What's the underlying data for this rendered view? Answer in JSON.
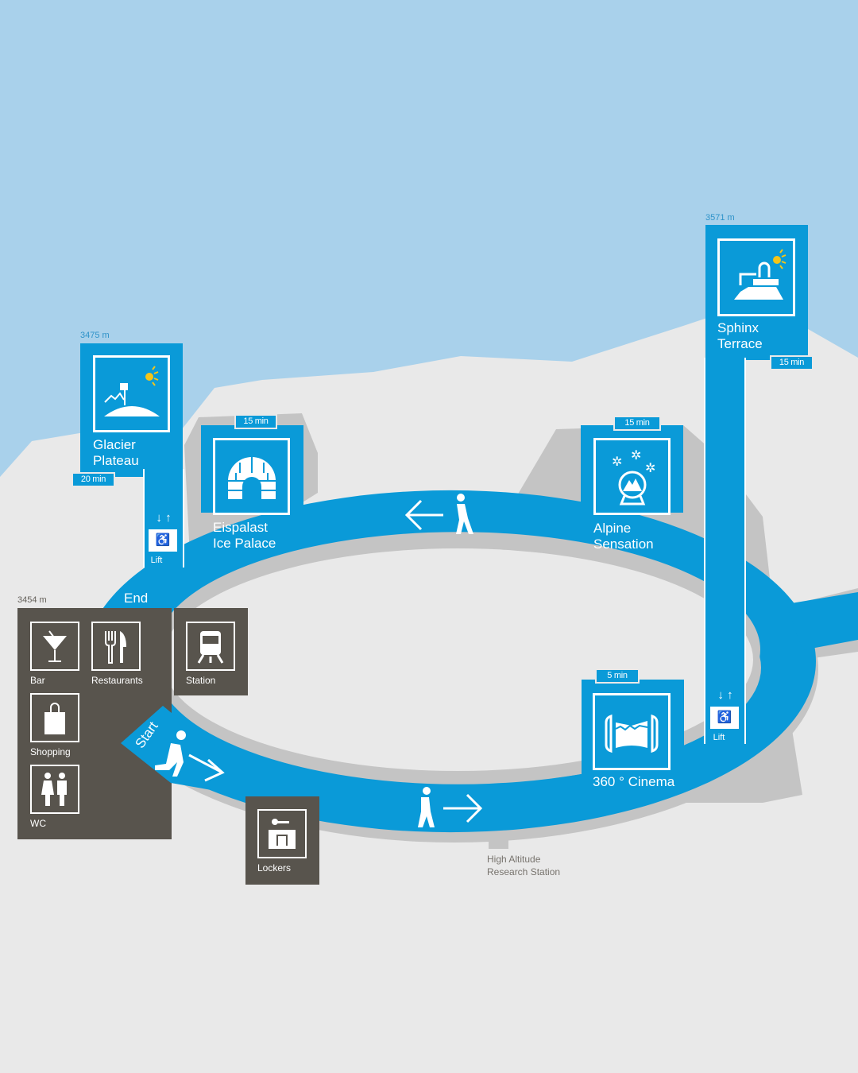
{
  "colors": {
    "sky": "#a9d1eb",
    "snow": "#e9e9e9",
    "rock": "#c4c4c4",
    "path": "#0a9ad8",
    "facility": "#58544d",
    "sun": "#f5c518"
  },
  "glacier_plateau": {
    "altitude": "3475 m",
    "name_line1": "Glacier",
    "name_line2": "Plateau",
    "time": "20 min",
    "lift": "Lift",
    "icon": "mountain-flag-sun-icon"
  },
  "ice_palace": {
    "time": "15 min",
    "name_line1": "Eispalast",
    "name_line2": "Ice Palace",
    "icon": "igloo-icon"
  },
  "alpine_sensation": {
    "time": "15 min",
    "name_line1": "Alpine",
    "name_line2": "Sensation",
    "icon": "snow-globe-icon"
  },
  "sphinx_terrace": {
    "altitude": "3571 m",
    "name_line1": "Sphinx",
    "name_line2": "Terrace",
    "time": "15 min",
    "lift": "Lift",
    "icon": "observatory-sun-icon"
  },
  "cinema": {
    "time": "5 min",
    "name": "360 ° Cinema",
    "icon": "panorama-icon"
  },
  "route": {
    "end": "End",
    "start": "Start"
  },
  "facilities": {
    "altitude": "3454 m",
    "items": [
      {
        "label": "Bar",
        "icon": "cocktail-icon"
      },
      {
        "label": "Restaurants",
        "icon": "fork-knife-icon"
      },
      {
        "label": "Shopping",
        "icon": "shopping-bag-icon"
      },
      {
        "label": "WC",
        "icon": "toilets-icon"
      }
    ],
    "station": "Station",
    "lockers": "Lockers"
  },
  "research_station": {
    "line1": "High Altitude",
    "line2": "Research Station"
  }
}
